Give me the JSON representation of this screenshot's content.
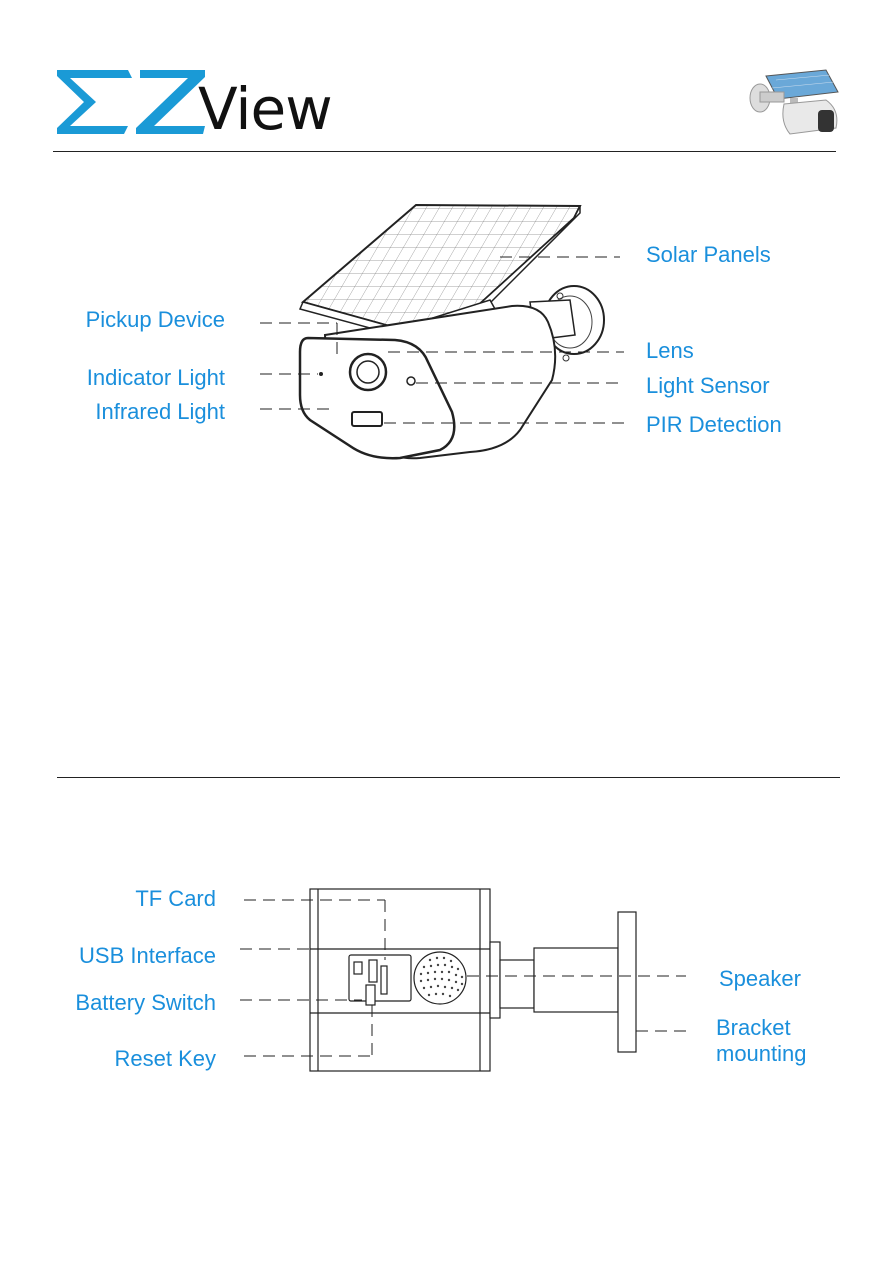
{
  "header": {
    "logo_view_text": "View",
    "brand_color": "#1a9ad6",
    "label_color": "#1a8fdc"
  },
  "front_view": {
    "labels_left": [
      "Pickup Device",
      "Indicator Light",
      "Infrared Light"
    ],
    "labels_right": [
      "Solar Panels",
      "Lens",
      "Light Sensor",
      "PIR Detection"
    ]
  },
  "back_view": {
    "labels_left": [
      "TF Card",
      "USB Interface",
      "Battery Switch",
      "Reset Key"
    ],
    "labels_right": [
      "Speaker",
      "Bracket",
      "mounting"
    ]
  }
}
